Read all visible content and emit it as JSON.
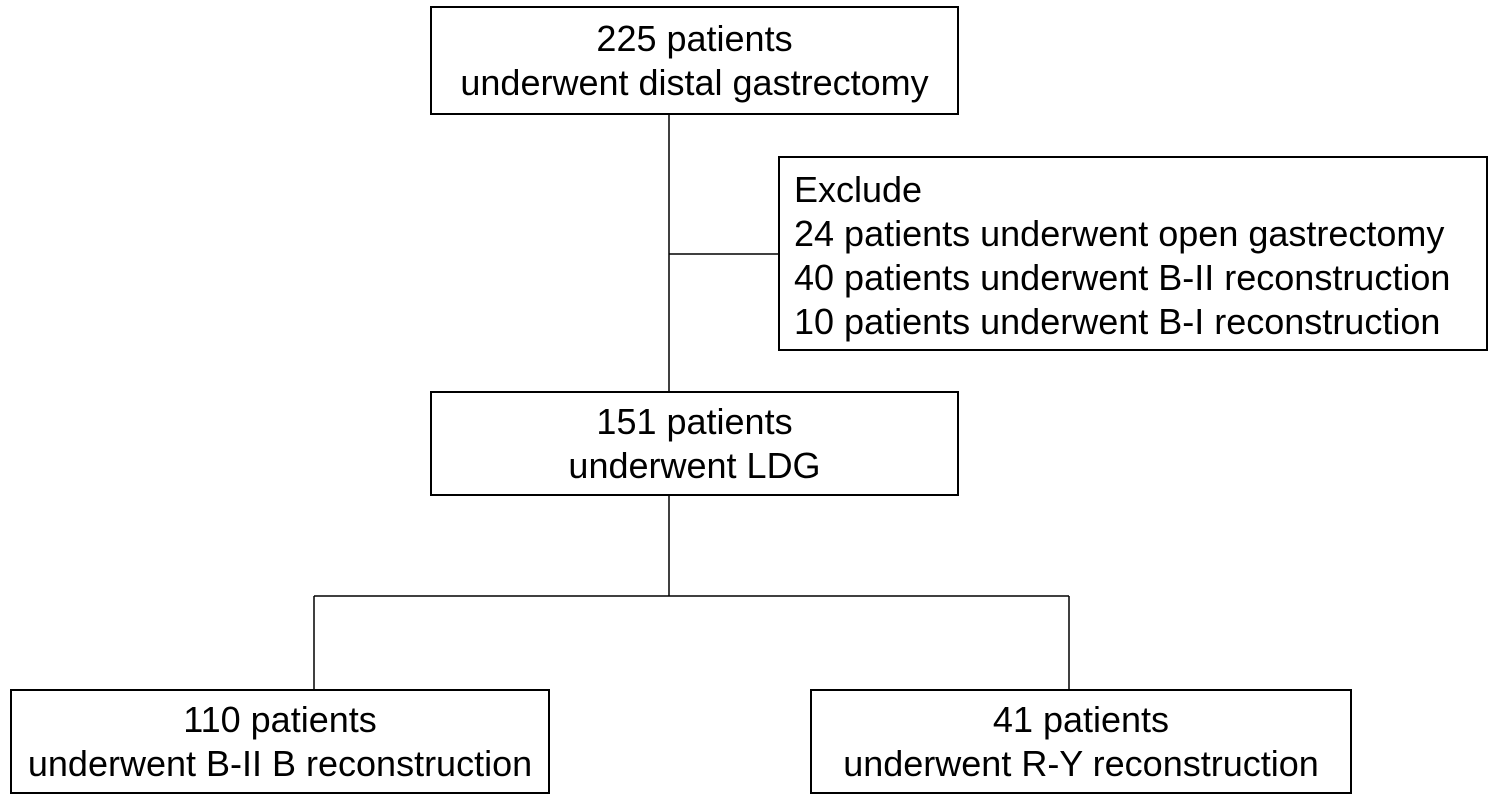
{
  "flowchart": {
    "top_box": {
      "line1": "225 patients",
      "line2": "underwent distal gastrectomy"
    },
    "exclude_box": {
      "heading": "Exclude",
      "items": [
        "24 patients underwent open gastrectomy",
        "40 patients underwent B-II reconstruction",
        "10 patients underwent B-I reconstruction"
      ]
    },
    "middle_box": {
      "line1": "151 patients",
      "line2": "underwent LDG"
    },
    "bottom_left_box": {
      "line1": "110 patients",
      "line2": "underwent B-II B reconstruction"
    },
    "bottom_right_box": {
      "line1": "41 patients",
      "line2": "underwent R-Y reconstruction"
    }
  },
  "colors": {
    "border": "#000000",
    "background": "#ffffff",
    "text": "#000000"
  }
}
